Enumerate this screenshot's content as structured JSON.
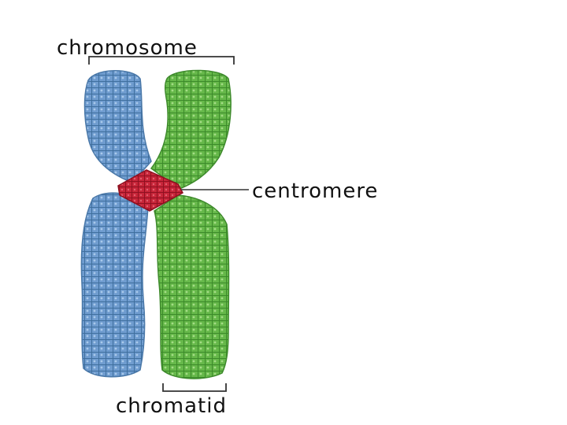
{
  "labels": {
    "chromosome": "chromosome",
    "centromere": "centromere",
    "chromatid": "chromatid"
  },
  "colors": {
    "left_chromatid": "#6f9ccf",
    "right_chromatid": "#66b84a",
    "centromere": "#c8263a",
    "bracket": "#333333"
  }
}
